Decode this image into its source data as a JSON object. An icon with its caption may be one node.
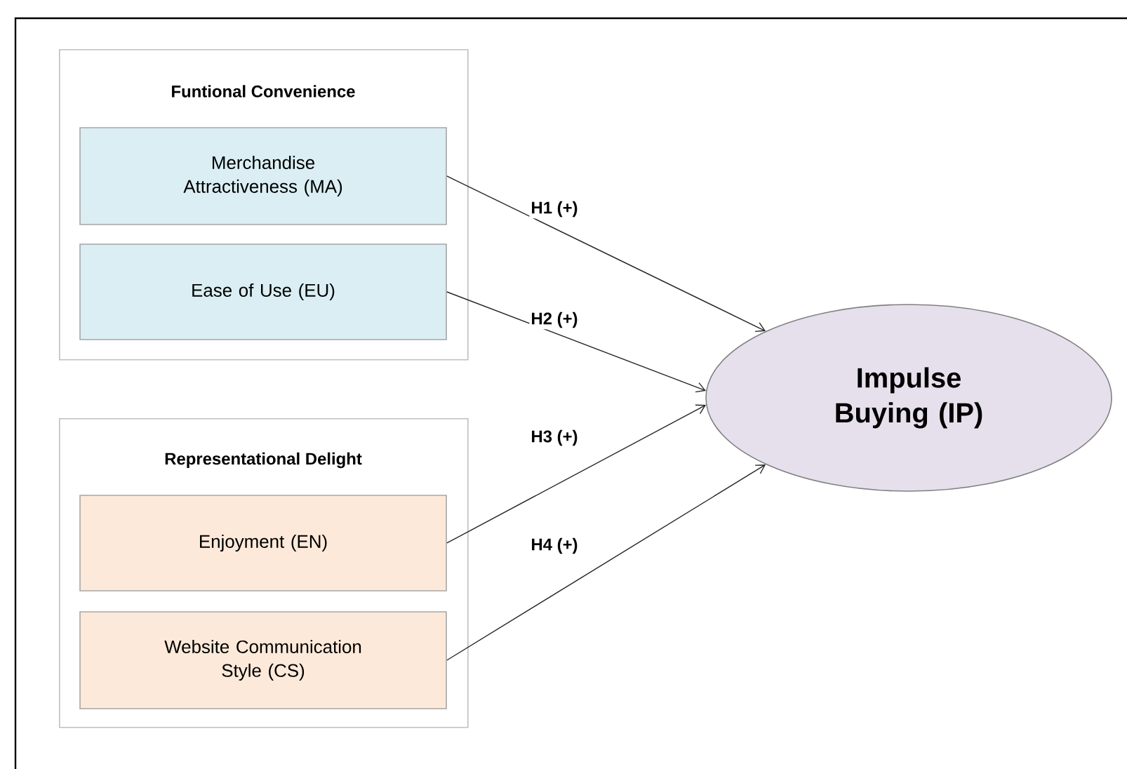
{
  "diagram": {
    "nodes": [
      {
        "text": [
          "Funtional Convenience"
        ]
      },
      {
        "text": [
          "Merchandise Attractiveness (MA)"
        ],
        "in": 0
      },
      {
        "text": [
          "Ease of Use (EU)"
        ],
        "in": 0
      },
      {
        "text": [
          "Representational Delight"
        ]
      },
      {
        "text": [
          "Enjoyment (EN)"
        ],
        "in": 3
      },
      {
        "text": [
          "Website Communication Style (CS)"
        ],
        "in": 3
      },
      {
        "text": [
          "Impulse Buying (IP)"
        ]
      }
    ],
    "edges": [
      {
        "from": 1,
        "to": 6,
        "arrow": "to",
        "label": "H1 (+)"
      },
      {
        "from": 2,
        "to": 6,
        "arrow": "to",
        "label": "H2 (+)"
      },
      {
        "from": 4,
        "to": 6,
        "arrow": "to",
        "label": "H3 (+)"
      },
      {
        "from": 5,
        "to": 6,
        "arrow": "to",
        "label": "H4 (+)"
      }
    ]
  }
}
